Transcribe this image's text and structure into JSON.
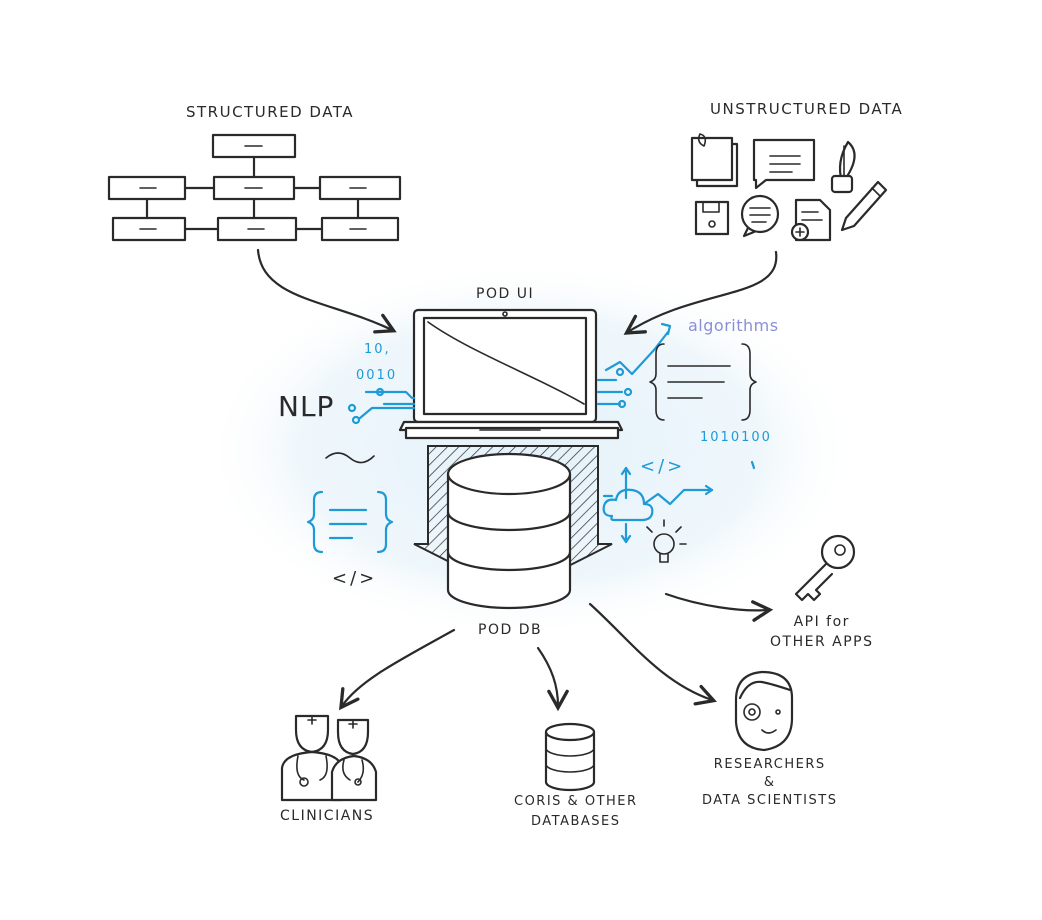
{
  "labels": {
    "structured": "STRUCTURED DATA",
    "unstructured": "UNSTRUCTURED DATA",
    "pod_ui": "POD UI",
    "pod_db": "POD DB",
    "nlp": "NLP",
    "algorithms": "algorithms",
    "binary_left_1": "10,",
    "binary_left_2": "0010",
    "binary_right": "1010100",
    "code_tag_left": "</>",
    "code_tag_right": "</>",
    "api": [
      "API for",
      "OTHER APPS"
    ],
    "clinicians": "CLINICIANS",
    "coris": [
      "CORIS & OTHER",
      "DATABASES"
    ],
    "researchers": [
      "RESEARCHERS",
      "&",
      "DATA SCIENTISTS"
    ]
  },
  "colors": {
    "ink": "#2a2a2a",
    "blue": "#1e9ad6",
    "glow": "#e8f3fa",
    "algo": "#8a8fd6"
  }
}
